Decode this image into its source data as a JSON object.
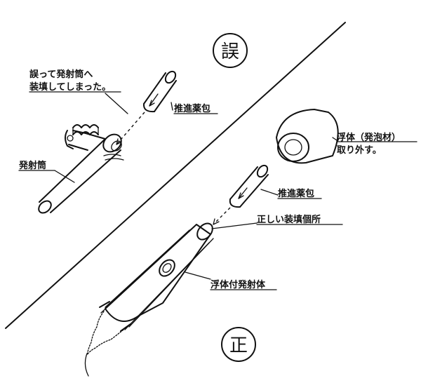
{
  "wrong_section": {
    "mark": "誤",
    "note_line1": "誤って発射筒へ",
    "note_line2": "装填してしまった。",
    "propellant_label": "推進薬包",
    "launcher_label": "発射筒"
  },
  "correct_section": {
    "mark": "正",
    "float_label_line1": "浮体（発泡材）",
    "float_label_line2": "取り外す。",
    "propellant_label": "推進薬包",
    "loading_point_label": "正しい装填個所",
    "projectile_label": "浮体付発射体"
  }
}
